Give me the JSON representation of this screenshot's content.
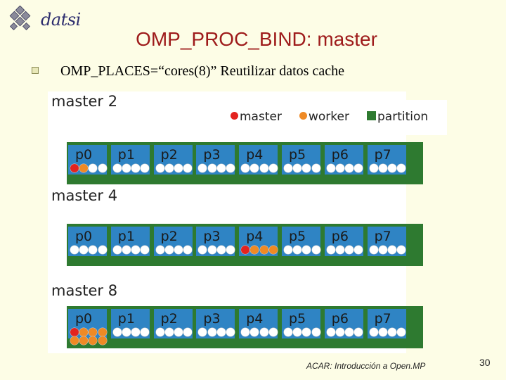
{
  "logo": {
    "text": "datsi"
  },
  "title": "OMP_PROC_BIND: master",
  "subtitle": "OMP_PLACES=“cores(8)” Reutilizar datos cache",
  "legend": {
    "master": "master",
    "worker": "worker",
    "partition": "partition",
    "colors": {
      "master": "#e3231f",
      "worker": "#ef8a25",
      "partition": "#2e7a30",
      "place": "#2f84c4"
    }
  },
  "sections": [
    {
      "label": "master 2",
      "places": [
        "p0",
        "p1",
        "p2",
        "p3",
        "p4",
        "p5",
        "p6",
        "p7"
      ],
      "threads": [
        {
          "place": 0,
          "role": "master"
        },
        {
          "place": 0,
          "role": "worker"
        }
      ]
    },
    {
      "label": "master 4",
      "places": [
        "p0",
        "p1",
        "p2",
        "p3",
        "p4",
        "p5",
        "p6",
        "p7"
      ],
      "threads": [
        {
          "place": 4,
          "role": "master"
        },
        {
          "place": 4,
          "role": "worker"
        },
        {
          "place": 4,
          "role": "worker"
        },
        {
          "place": 4,
          "role": "worker"
        }
      ]
    },
    {
      "label": "master 8",
      "places": [
        "p0",
        "p1",
        "p2",
        "p3",
        "p4",
        "p5",
        "p6",
        "p7"
      ],
      "threads": [
        {
          "place": 0,
          "role": "master"
        },
        {
          "place": 0,
          "role": "worker"
        },
        {
          "place": 0,
          "role": "worker"
        },
        {
          "place": 0,
          "role": "worker"
        },
        {
          "place": 0,
          "role": "worker"
        },
        {
          "place": 0,
          "role": "worker"
        },
        {
          "place": 0,
          "role": "worker"
        },
        {
          "place": 0,
          "role": "worker"
        }
      ]
    }
  ],
  "footer": "ACAR: Introducción a Open.MP",
  "page_number": "30"
}
